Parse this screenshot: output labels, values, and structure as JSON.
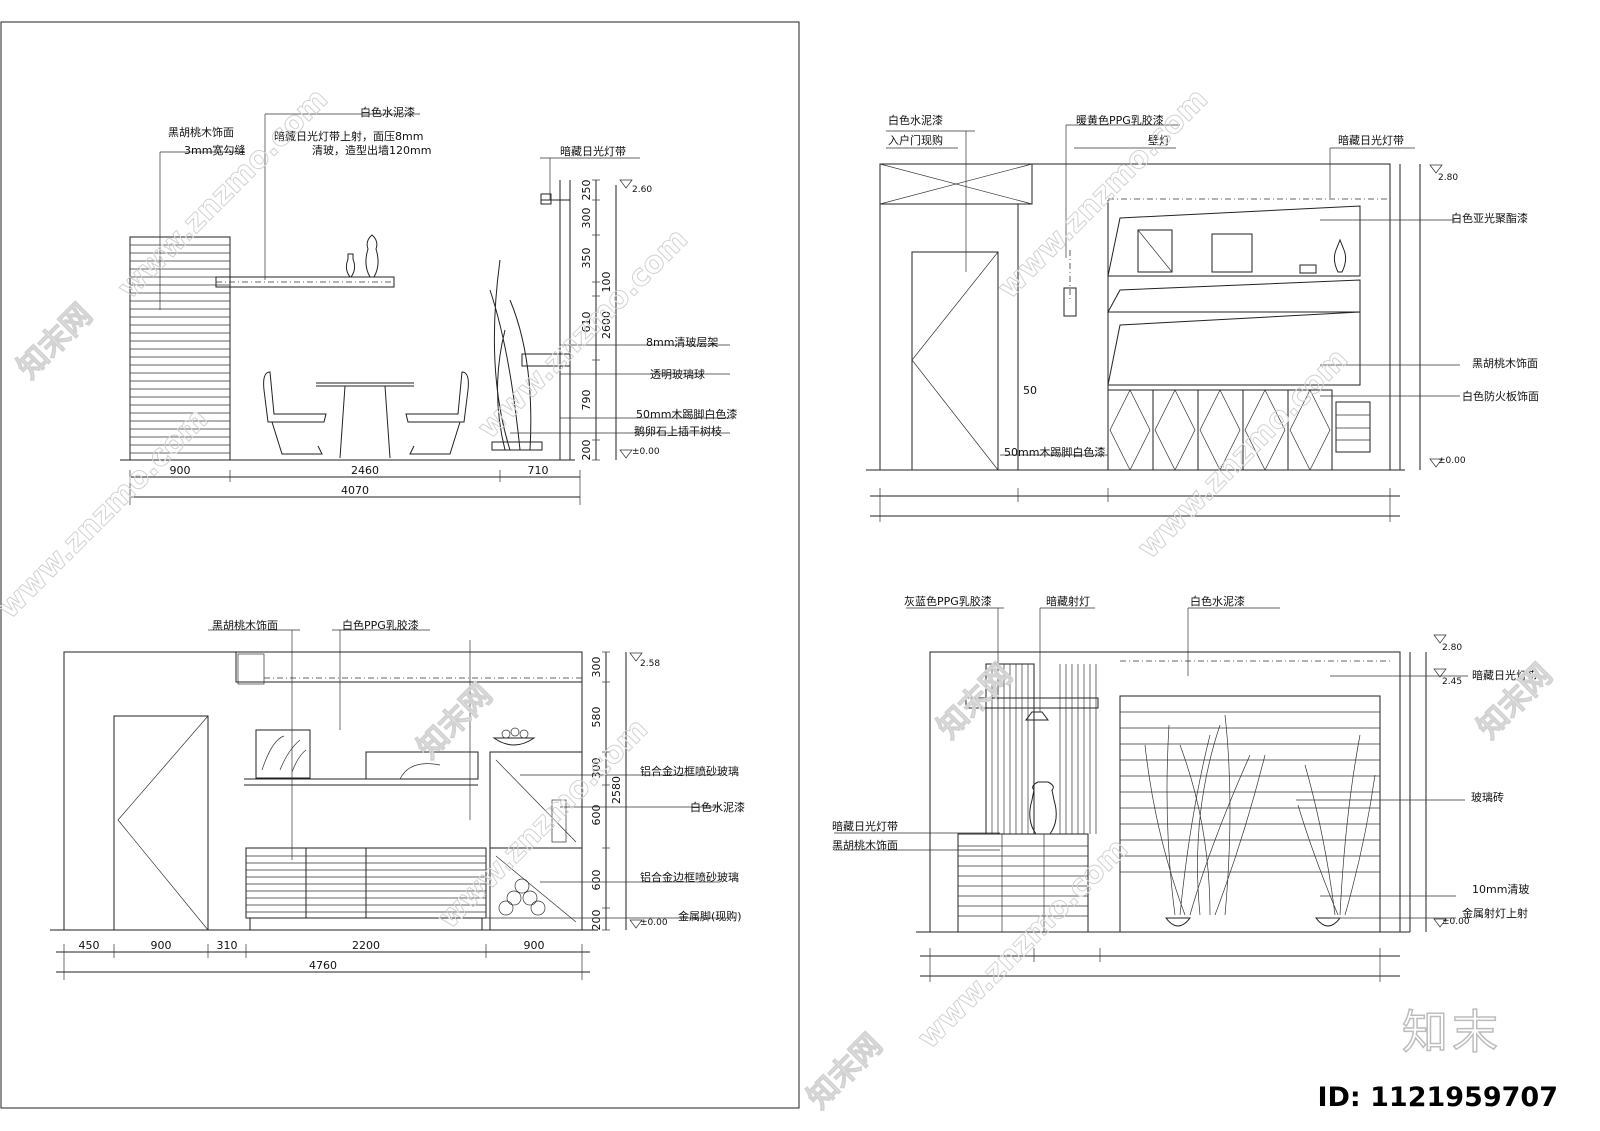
{
  "viewA": {
    "labels": {
      "walnut": "黑胡桃木饰面",
      "groove": "3mm宽勾缝",
      "paint": "白色水泥漆",
      "hiddenLight1": "暗藏日光灯带上射，面压8mm",
      "hiddenLight2": "清玻，造型出墙120mm",
      "lightStrip": "暗藏日光灯带",
      "shelf": "8mm清玻层架",
      "glassBall": "透明玻璃球",
      "skirting": "50mm木踢脚白色漆",
      "pebbles": "鹅卵石上插干树枝"
    },
    "levels": {
      "top": "2.60",
      "zero": "±0.00"
    },
    "vdims": [
      "250",
      "300",
      "350",
      "100",
      "610",
      "2600",
      "790",
      "200"
    ],
    "hdims": [
      "900",
      "2460",
      "710"
    ],
    "total": "4070"
  },
  "viewB": {
    "labels": {
      "paint": "白色水泥漆",
      "door": "入户门现购",
      "yellow": "暖黄色PPG乳胶漆",
      "sconce": "壁灯",
      "lightStrip": "暗藏日光灯带",
      "polyester": "白色亚光聚酯漆",
      "walnut": "黑胡桃木饰面",
      "fireboard": "白色防火板饰面",
      "skirting": "50mm木踢脚白色漆",
      "mark50": "50"
    },
    "levels": {
      "top": "2.80",
      "zero": "±0.00"
    }
  },
  "viewC": {
    "labels": {
      "walnut": "黑胡桃木饰面",
      "ppg": "白色PPG乳胶漆",
      "frosted1": "铝合金边框喷砂玻璃",
      "paint": "白色水泥漆",
      "frosted2": "铝合金边框喷砂玻璃",
      "legs": "金属脚(现购)"
    },
    "levels": {
      "top": "2.58",
      "zero": "±0.00"
    },
    "vdims": [
      "300",
      "580",
      "300",
      "2580",
      "600",
      "600",
      "200"
    ],
    "hdims": [
      "450",
      "900",
      "310",
      "2200",
      "900"
    ],
    "total": "4760"
  },
  "viewD": {
    "labels": {
      "greyBlue": "灰蓝色PPG乳胶漆",
      "spot": "暗藏射灯",
      "paint": "白色水泥漆",
      "lightStrip": "暗藏日光灯带",
      "glassBrick": "玻璃砖",
      "lightStrip2": "暗藏日光灯带",
      "walnut": "黑胡桃木饰面",
      "clearGlass": "10mm清玻",
      "metalSpot": "金属射灯上射"
    },
    "levels": {
      "top": "2.80",
      "mid": "2.45",
      "zero": "±0.00"
    }
  },
  "watermarks": {
    "site": "www.znzmo.com",
    "cn": "知末网"
  },
  "brand": "知末",
  "id_text": "ID: 1121959707"
}
